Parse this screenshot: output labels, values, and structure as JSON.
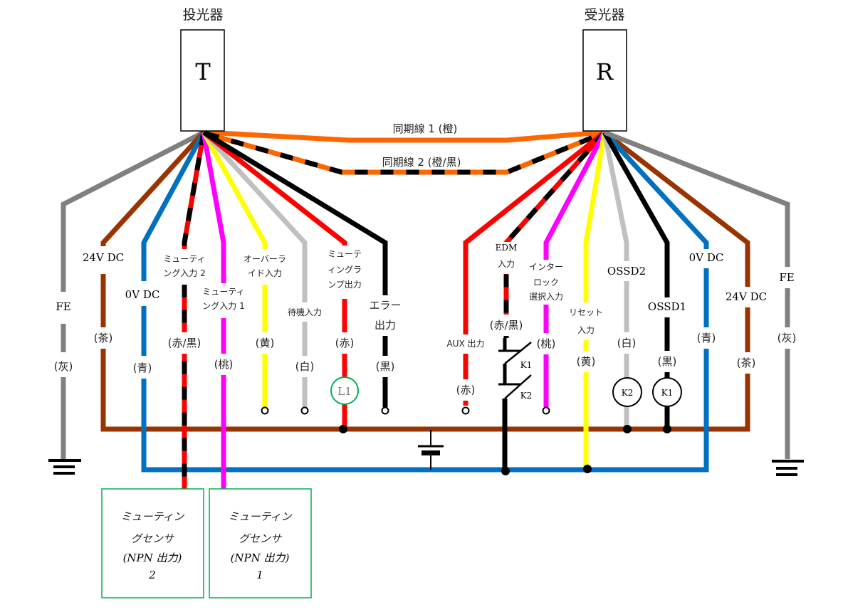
{
  "emitter": {
    "title": "投光器",
    "letter": "T"
  },
  "receiver": {
    "title": "受光器",
    "letter": "R"
  },
  "sync": [
    {
      "label": "同期線 1 (橙)",
      "colors": [
        "#ff6600"
      ]
    },
    {
      "label": "同期線 2 (橙/黒)",
      "colors": [
        "#ff6600",
        "#000000"
      ]
    }
  ],
  "colors": {
    "gray": "#808080",
    "brown": "#993300",
    "blue": "#0070c0",
    "red": "#ff0000",
    "black": "#000000",
    "pink": "#ff00ff",
    "yellow": "#ffff00",
    "white": "#c0c0c0",
    "orange": "#ff6600",
    "green": "#00b050"
  },
  "emitter_wires": [
    {
      "id": "fe",
      "name": "FE",
      "color_label": "(灰)",
      "colors": [
        "#808080"
      ]
    },
    {
      "id": "24v",
      "name": "24V DC",
      "color_label": "(茶)",
      "colors": [
        "#993300"
      ]
    },
    {
      "id": "0v",
      "name": "0V DC",
      "color_label": "(青)",
      "colors": [
        "#0070c0"
      ]
    },
    {
      "id": "muting2",
      "name_lines": [
        "ミューティ",
        "ング入力 2"
      ],
      "color_label": "(赤/黒)",
      "colors": [
        "#ff0000",
        "#000000"
      ]
    },
    {
      "id": "muting1",
      "name_lines": [
        "ミューティ",
        "ング入力 1"
      ],
      "color_label": "(桃)",
      "colors": [
        "#ff00ff"
      ]
    },
    {
      "id": "override",
      "name_lines": [
        "オーバーラ",
        "イド入力"
      ],
      "color_label": "(黄)",
      "colors": [
        "#ffff00"
      ]
    },
    {
      "id": "standby",
      "name": "待機入力",
      "color_label": "(白)",
      "colors": [
        "#c0c0c0"
      ]
    },
    {
      "id": "lamp",
      "name_lines": [
        "ミューテ",
        "ィングラ",
        "ンプ出力"
      ],
      "color_label": "(赤)",
      "colors": [
        "#ff0000"
      ]
    },
    {
      "id": "error",
      "name_lines": [
        "エラー",
        "出力"
      ],
      "color_label": "(黒)",
      "colors": [
        "#000000"
      ]
    }
  ],
  "receiver_wires": [
    {
      "id": "aux",
      "name": "AUX 出力",
      "color_label": "(赤)",
      "colors": [
        "#ff0000"
      ]
    },
    {
      "id": "edm",
      "name_lines": [
        "EDM",
        "入力"
      ],
      "color_label": "(赤/黒)",
      "colors": [
        "#ff0000",
        "#000000"
      ]
    },
    {
      "id": "interlock",
      "name_lines": [
        "インター",
        "ロック",
        "選択入力"
      ],
      "color_label": "(桃)",
      "colors": [
        "#ff00ff"
      ]
    },
    {
      "id": "reset",
      "name_lines": [
        "リセット",
        "入力"
      ],
      "color_label": "(黄)",
      "colors": [
        "#ffff00"
      ]
    },
    {
      "id": "ossd2",
      "name": "OSSD2",
      "color_label": "(白)",
      "colors": [
        "#c0c0c0"
      ]
    },
    {
      "id": "ossd1",
      "name": "OSSD1",
      "color_label": "(黒)",
      "colors": [
        "#000000"
      ]
    },
    {
      "id": "0v",
      "name": "0V DC",
      "color_label": "(青)",
      "colors": [
        "#0070c0"
      ]
    },
    {
      "id": "24v",
      "name": "24V DC",
      "color_label": "(茶)",
      "colors": [
        "#993300"
      ]
    },
    {
      "id": "fe",
      "name": "FE",
      "color_label": "(灰)",
      "colors": [
        "#808080"
      ]
    }
  ],
  "components": {
    "lamp": "L1",
    "relay_k1": "K1",
    "relay_k2": "K2",
    "contact_k1": "K1",
    "contact_k2": "K2"
  },
  "sensors": [
    {
      "lines": [
        "ミューティン",
        "グセンサ",
        "(NPN 出力)",
        "2"
      ]
    },
    {
      "lines": [
        "ミューティン",
        "グセンサ",
        "(NPN 出力)",
        "1"
      ]
    }
  ]
}
